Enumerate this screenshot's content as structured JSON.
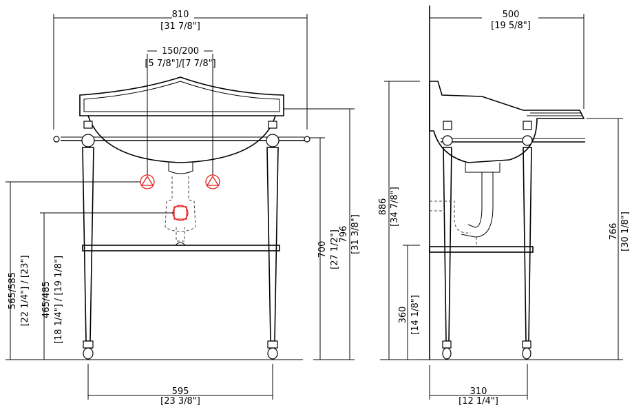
{
  "front_view": {
    "overall_width": {
      "mm": "810",
      "in": "[31 7/8\"]"
    },
    "tap_spacing": {
      "mm": "150/200",
      "in": "[5 7/8\"]/[7 7/8\"]"
    },
    "leg_spacing": {
      "mm": "595",
      "in": "[23 3/8\"]"
    },
    "rim_height": {
      "mm": "796",
      "in": "[31 3/8\"]"
    },
    "rail_height": {
      "mm": "700",
      "in": "[27 1/2\"]"
    },
    "supply_height": {
      "mm": "565/585",
      "in": "[22 1/4\"] / [23\"]"
    },
    "waste_height": {
      "mm": "465/485",
      "in": "[18 1/4\"] / [19 1/8\"]"
    }
  },
  "side_view": {
    "overall_depth": {
      "mm": "500",
      "in": "[19 5/8\"]"
    },
    "overall_height": {
      "mm": "886",
      "in": "[34 7/8\"]"
    },
    "rim_height": {
      "mm": "766",
      "in": "[30 1/8\"]"
    },
    "shelf_height": {
      "mm": "360",
      "in": "[14 1/8\"]"
    },
    "leg_depth": {
      "mm": "310",
      "in": "[12 1/4\"]"
    }
  },
  "colors": {
    "lines": "#000000",
    "connections": "#e0201b",
    "dashed_pipes": "#444444"
  }
}
